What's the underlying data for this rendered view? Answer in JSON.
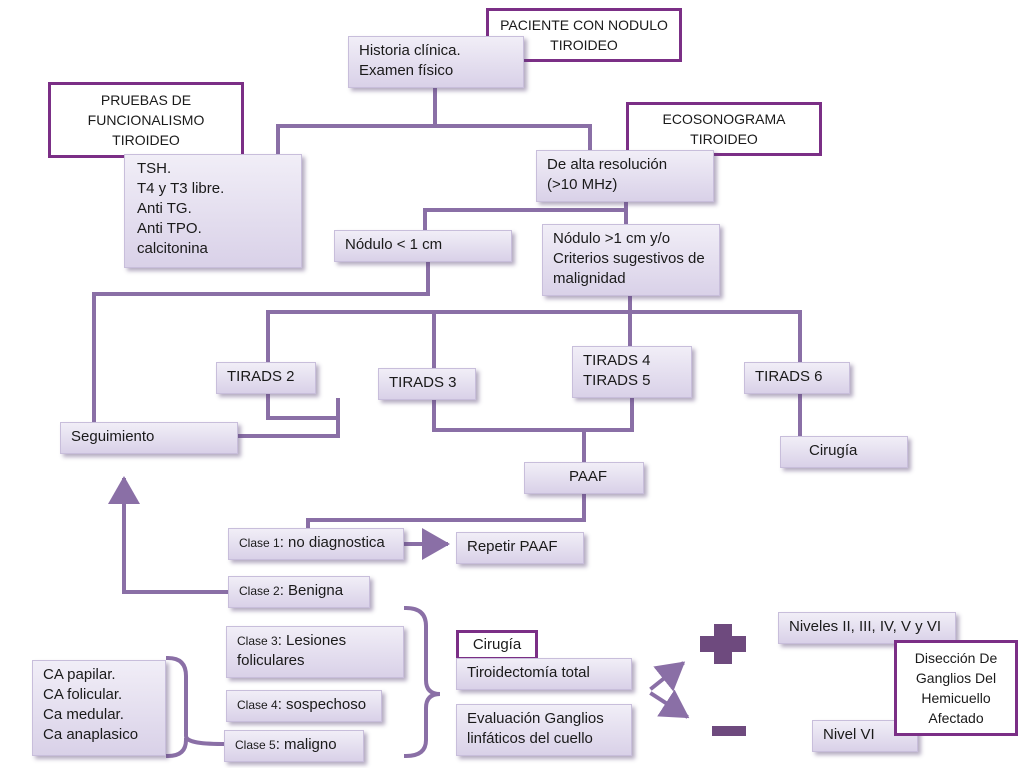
{
  "headers": {
    "paciente": "PACIENTE CON NODULO\nTIROIDEO",
    "pruebas": "PRUEBAS DE\nFUNCIONALISMO\nTIROIDEO",
    "ecosonograma": "ECOSONOGRAMA\nTIROIDEO",
    "cirugia": "Cirugía",
    "diseccion": "Disección De\nGanglios Del\nHemicuello\nAfectado"
  },
  "boxes": {
    "historia": "Historia clínica.\nExamen físico",
    "tsh": "TSH.\nT4 y T3 libre.\nAnti TG.\nAnti TPO.\ncalcitonina",
    "alta_resolucion": "De alta resolución\n(>10 MHz)",
    "nodulo_menor": "Nódulo < 1 cm",
    "nodulo_mayor": "Nódulo >1 cm y/o\nCriterios sugestivos de\nmalignidad",
    "tirads2": "TIRADS 2",
    "tirads3": "TIRADS 3",
    "tirads45": "TIRADS 4\nTIRADS 5",
    "tirads6": "TIRADS 6",
    "seguimiento": "Seguimiento",
    "cirugia_t6": "Cirugía",
    "paaf": "PAAF",
    "repetir_paaf": "Repetir PAAF",
    "tiroidectomia": "Tiroidectomía  total",
    "evaluacion": "Evaluación Ganglios\nlinfáticos del  cuello",
    "niveles": "Niveles  II, III, IV, V y VI",
    "nivel_vi": "Nivel VI",
    "ca_list": "CA papilar.\nCA folicular.\nCa medular.\nCa anaplasico"
  },
  "clases": {
    "c1_prefix": "Clase  1",
    "c1_text": ": no diagnostica",
    "c2_prefix": "Clase 2",
    "c2_text": ": Benigna",
    "c3_prefix": "Clase 3",
    "c3_text": ": Lesiones\nfoliculares",
    "c4_prefix": "Clase 4",
    "c4_text": ": sospechoso",
    "c5_prefix": "Clase 5",
    "c5_text": ": maligno"
  },
  "colors": {
    "connector": "#8a6fa6",
    "header_border": "#7b2f86",
    "sign": "#6e4a7e"
  },
  "icons": {
    "plus": "plus-sign-icon",
    "minus": "minus-sign-icon"
  }
}
